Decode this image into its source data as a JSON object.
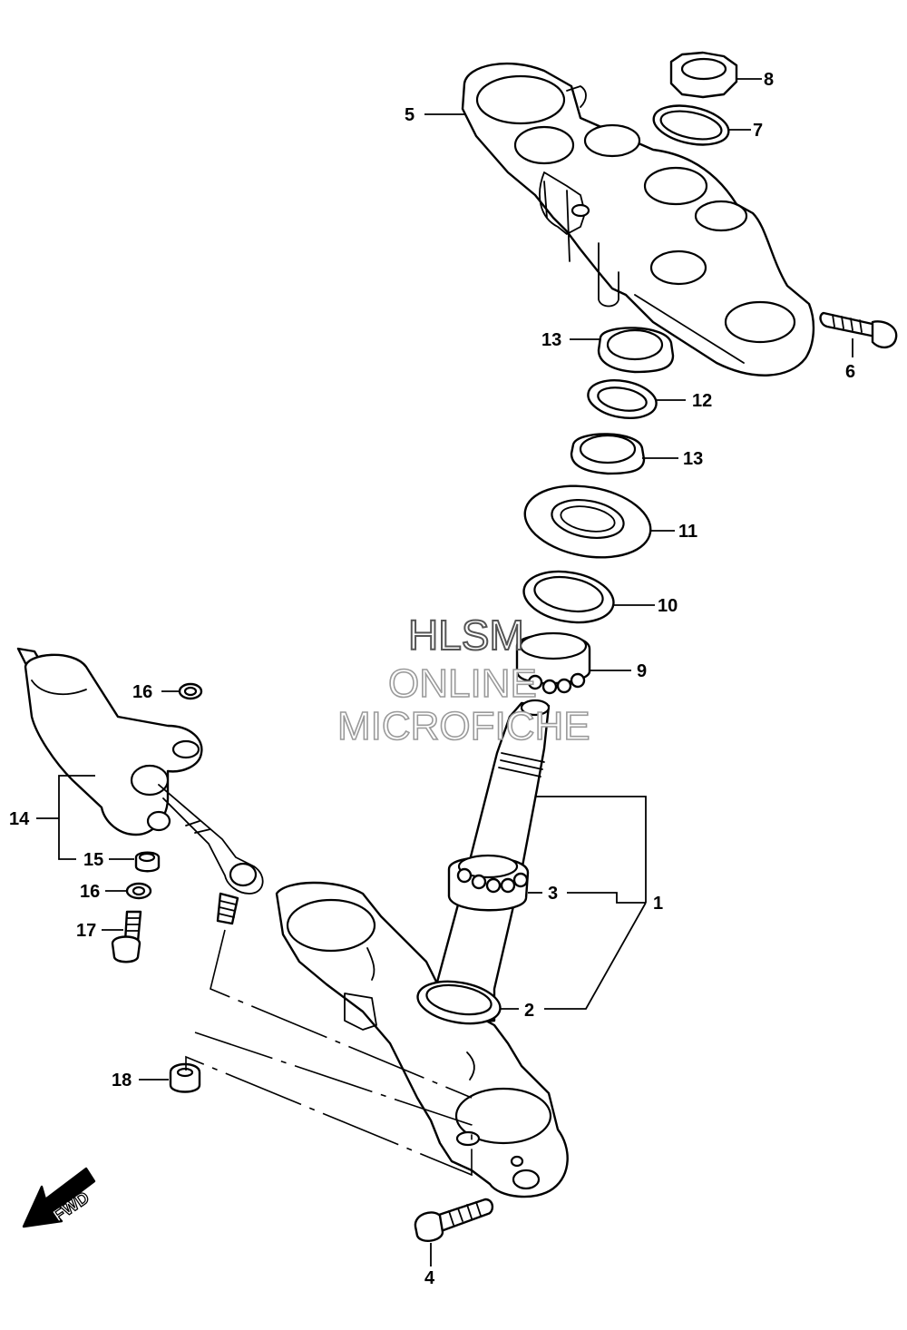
{
  "callouts": {
    "c1": "1",
    "c2": "2",
    "c3": "3",
    "c4": "4",
    "c5": "5",
    "c6": "6",
    "c7": "7",
    "c8": "8",
    "c9": "9",
    "c10": "10",
    "c11": "11",
    "c12": "12",
    "c13a": "13",
    "c13b": "13",
    "c14": "14",
    "c15": "15",
    "c16a": "16",
    "c16b": "16",
    "c17": "17",
    "c18": "18"
  },
  "watermark": {
    "line1": "HLSM",
    "line2": "ONLINE",
    "line3": "MICROFICHE"
  },
  "fwd": {
    "label": "FWD"
  }
}
